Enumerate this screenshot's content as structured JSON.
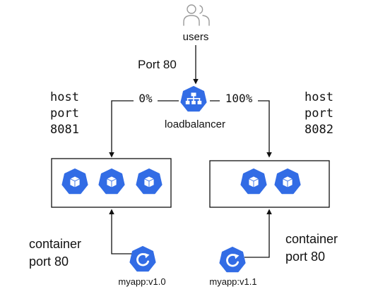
{
  "users": {
    "label": "users"
  },
  "entry_port": {
    "label": "Port 80"
  },
  "loadbalancer": {
    "label": "loadbalancer"
  },
  "traffic_split": {
    "left_percent": "0%",
    "right_percent": "100%"
  },
  "hosts": [
    {
      "line1": "host",
      "line2": "port",
      "line3": "8081"
    },
    {
      "line1": "host",
      "line2": "port",
      "line3": "8082"
    }
  ],
  "containers": [
    {
      "line1": "container",
      "line2": "port 80",
      "image": "myapp:v1.0"
    },
    {
      "line1": "container",
      "line2": "port 80",
      "image": "myapp:v1.1"
    }
  ],
  "colors": {
    "k8s_blue": "#326ce5",
    "line": "#111111",
    "icon_gray": "#9a9a9a"
  },
  "icons": {
    "users": "users-icon",
    "loadbalancer": "load-balancer-icon",
    "pod": "pod-cube-icon",
    "deploy": "deployment-icon"
  }
}
